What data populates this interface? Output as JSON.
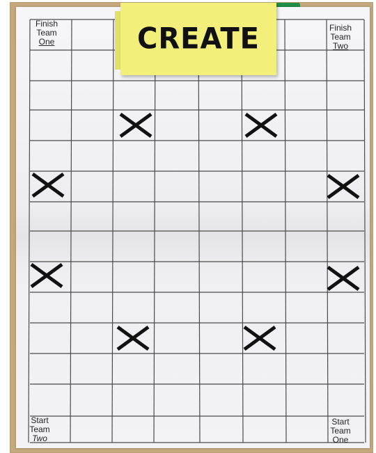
{
  "board": {
    "title": "CREATE",
    "colors": {
      "background": "#c5a87d",
      "paper": "#f3f3f6",
      "grid_line": "#444444",
      "note": "#f2f07a",
      "mark": "#111111"
    },
    "corners": {
      "finish_team_one": [
        "Finish",
        "Team",
        "One"
      ],
      "finish_team_two": [
        "Finish",
        "Team",
        "Two"
      ],
      "start_team_two": [
        "Start",
        "Team",
        "Two"
      ],
      "start_team_one": [
        "Start",
        "Team",
        "One"
      ]
    },
    "mark_symbol": "X"
  }
}
